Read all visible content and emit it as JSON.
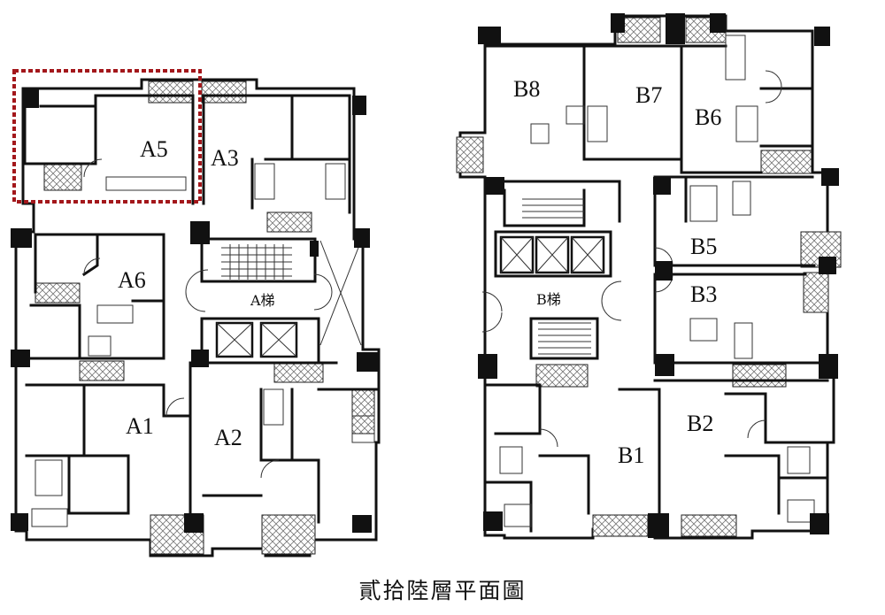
{
  "caption": "貳拾陸層平面圖",
  "tower_a": {
    "units": [
      "A5",
      "A3",
      "A6",
      "A1",
      "A2"
    ],
    "core_label": "A梯"
  },
  "tower_b": {
    "units": [
      "B8",
      "B7",
      "B6",
      "B5",
      "B3",
      "B1",
      "B2"
    ],
    "core_label": "B梯"
  },
  "highlighted_unit": "A5",
  "colors": {
    "highlight": "#a3171b",
    "walls": "#111111"
  }
}
